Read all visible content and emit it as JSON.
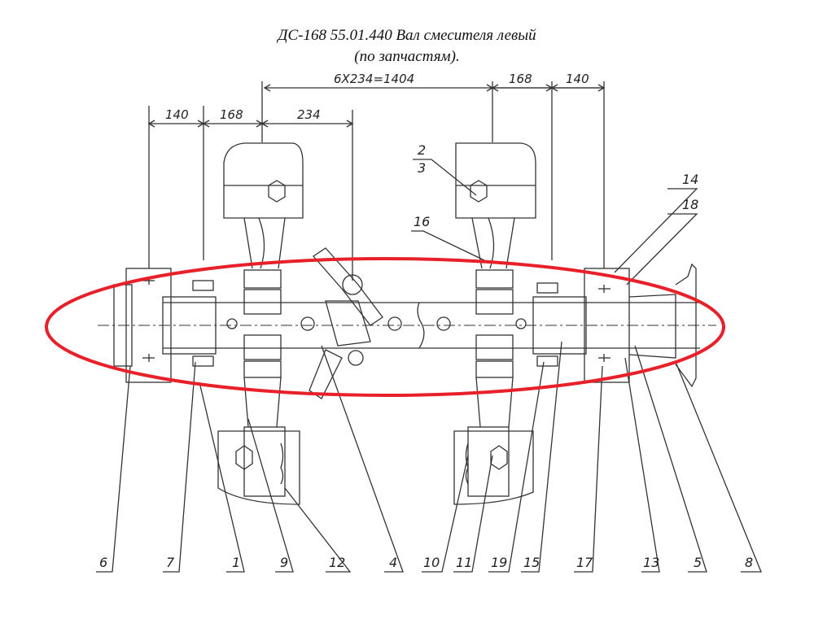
{
  "title": {
    "line1": "ДС-168 55.01.440 Вал смесителя левый",
    "line2": "(по запчастям)."
  },
  "dimensions": {
    "left_140": "140",
    "left_168": "168",
    "d_234": "234",
    "total": "6Х234=1404",
    "right_168": "168",
    "right_140": "140"
  },
  "callouts": {
    "top": [
      "2",
      "3",
      "16",
      "14",
      "18"
    ],
    "bottom": [
      "6",
      "7",
      "1",
      "9",
      "12",
      "4",
      "10",
      "11",
      "19",
      "15",
      "17",
      "13",
      "5",
      "8"
    ]
  },
  "colors": {
    "line": "#333333",
    "highlight": "#e8202a"
  }
}
